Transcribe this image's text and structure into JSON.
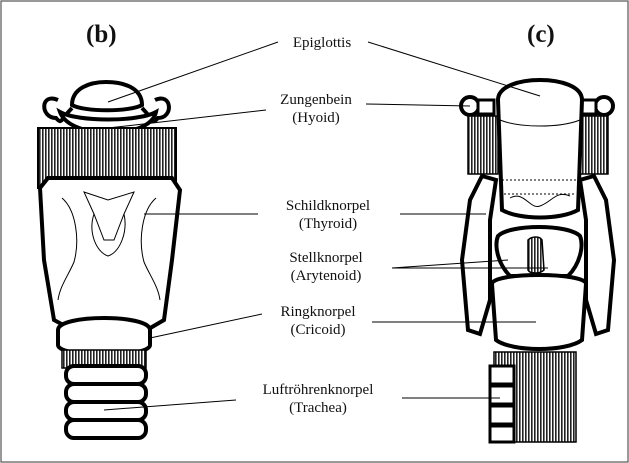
{
  "panels": {
    "left": "(b)",
    "right": "(c)"
  },
  "labels": {
    "epiglottis": "Epiglottis",
    "hyoid_de": "Zungenbein",
    "hyoid_en": "(Hyoid)",
    "thyroid_de": "Schildknorpel",
    "thyroid_en": "(Thyroid)",
    "arytenoid_de": "Stellknorpel",
    "arytenoid_en": "(Arytenoid)",
    "cricoid_de": "Ringknorpel",
    "cricoid_en": "(Cricoid)",
    "trachea_de": "Luftröhrenknorpel",
    "trachea_en": "(Trachea)"
  }
}
